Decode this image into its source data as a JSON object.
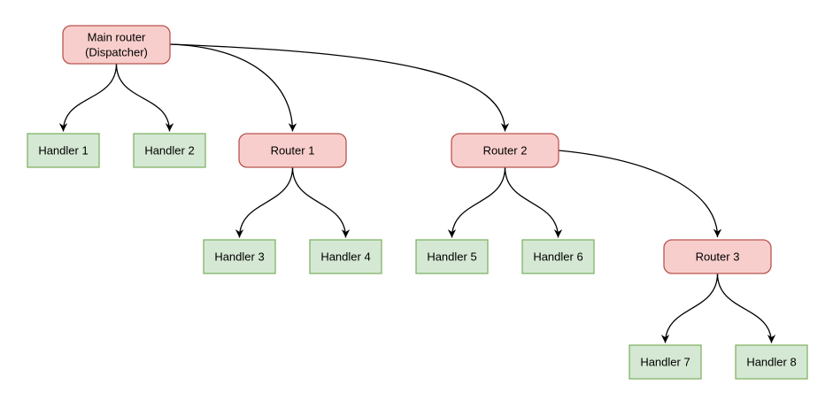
{
  "colors": {
    "background": "#ffffff",
    "router_fill": "#f8cecc",
    "router_border": "#b85450",
    "handler_fill": "#d5e8d4",
    "handler_border": "#82b366",
    "edge": "#000000",
    "text": "#000000"
  },
  "nodes": {
    "main_router": {
      "kind": "router",
      "label_line1": "Main router",
      "label_line2": "(Dispatcher)"
    },
    "router_1": {
      "kind": "router",
      "label": "Router 1"
    },
    "router_2": {
      "kind": "router",
      "label": "Router 2"
    },
    "router_3": {
      "kind": "router",
      "label": "Router 3"
    },
    "handler_1": {
      "kind": "handler",
      "label": "Handler 1"
    },
    "handler_2": {
      "kind": "handler",
      "label": "Handler 2"
    },
    "handler_3": {
      "kind": "handler",
      "label": "Handler 3"
    },
    "handler_4": {
      "kind": "handler",
      "label": "Handler 4"
    },
    "handler_5": {
      "kind": "handler",
      "label": "Handler 5"
    },
    "handler_6": {
      "kind": "handler",
      "label": "Handler 6"
    },
    "handler_7": {
      "kind": "handler",
      "label": "Handler 7"
    },
    "handler_8": {
      "kind": "handler",
      "label": "Handler 8"
    }
  },
  "edges": [
    {
      "from": "main_router",
      "to": "handler_1"
    },
    {
      "from": "main_router",
      "to": "handler_2"
    },
    {
      "from": "main_router",
      "to": "router_1"
    },
    {
      "from": "main_router",
      "to": "router_2"
    },
    {
      "from": "router_1",
      "to": "handler_3"
    },
    {
      "from": "router_1",
      "to": "handler_4"
    },
    {
      "from": "router_2",
      "to": "handler_5"
    },
    {
      "from": "router_2",
      "to": "handler_6"
    },
    {
      "from": "router_2",
      "to": "router_3"
    },
    {
      "from": "router_3",
      "to": "handler_7"
    },
    {
      "from": "router_3",
      "to": "handler_8"
    }
  ]
}
